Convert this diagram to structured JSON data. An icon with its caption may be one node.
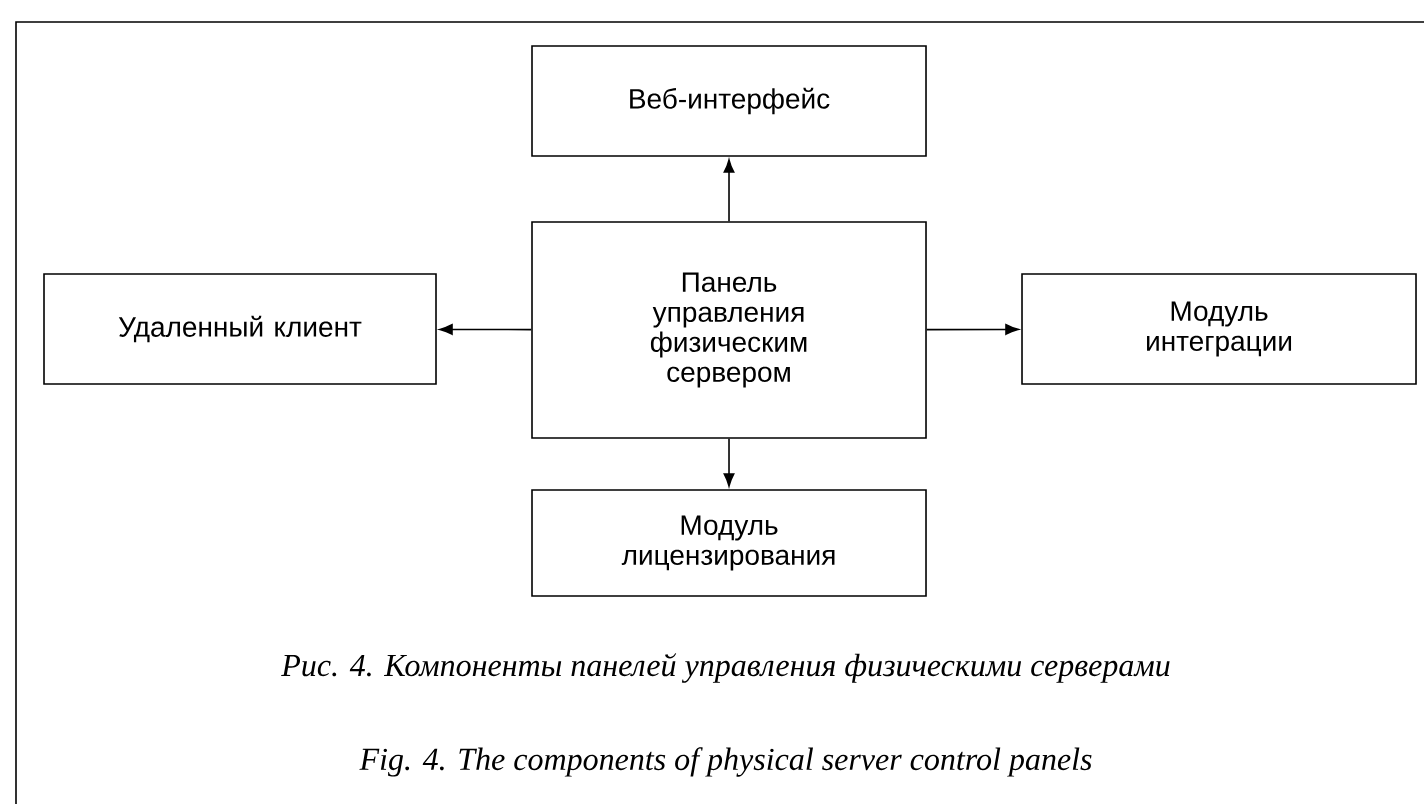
{
  "diagram": {
    "caption": "Рис. 4. Компоненты панелей управления физическими серверами",
    "nodes": [
      {
        "text": [
          "Веб-интерфейс"
        ]
      },
      {
        "text": [
          "Удаленный клиент"
        ]
      },
      {
        "text": [
          "Панель управления физическим сервером"
        ]
      },
      {
        "text": [
          "Модуль интеграции"
        ]
      },
      {
        "text": [
          "Модуль лицензирования"
        ]
      }
    ],
    "edges": [
      {
        "from": 2,
        "to": 0,
        "arrow": "to"
      },
      {
        "from": 2,
        "to": 1,
        "arrow": "to"
      },
      {
        "from": 2,
        "to": 3,
        "arrow": "to"
      },
      {
        "from": 2,
        "to": 4,
        "arrow": "to"
      }
    ],
    "labels": [
      "Fig. 4. The components of physical server control panels"
    ]
  }
}
